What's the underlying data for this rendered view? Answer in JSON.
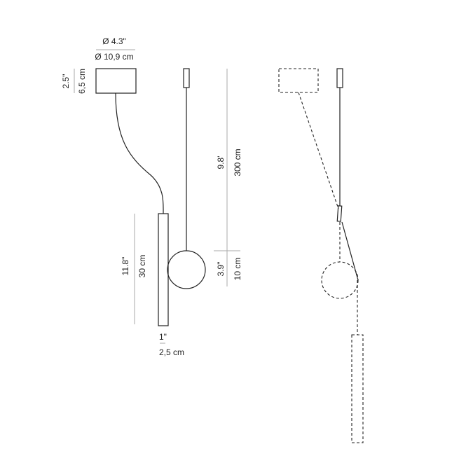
{
  "canopy_diameter": {
    "imperial": "Ø 4.3\"",
    "metric": "Ø 10,9 cm"
  },
  "canopy_height": {
    "imperial": "2.5\"",
    "metric": "6,5 cm"
  },
  "cable_length": {
    "imperial": "9.8'",
    "metric": "300 cm"
  },
  "sphere_diameter": {
    "imperial": "3.9\"",
    "metric": "10 cm"
  },
  "tube_length": {
    "imperial": "11.8\"",
    "metric": "30 cm"
  },
  "tube_diameter": {
    "imperial": "1\"",
    "metric": "2,5 cm"
  }
}
